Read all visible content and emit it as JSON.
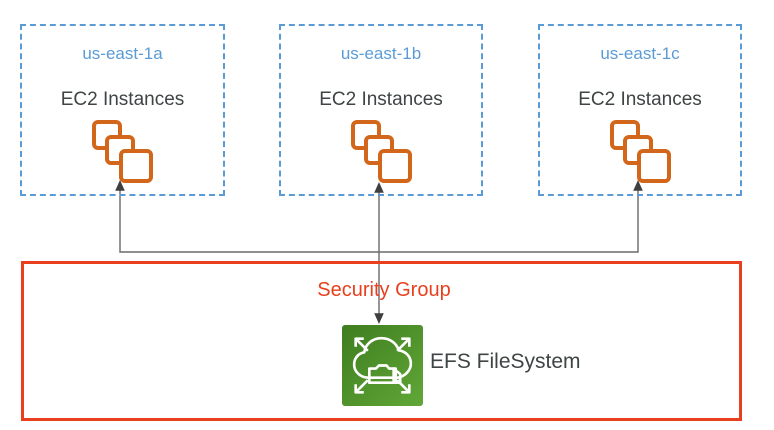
{
  "colors": {
    "az_border": "#5B9BD5",
    "az_title": "#5B9BD5",
    "text_dark": "#3F4445",
    "ec2_orange": "#D2661A",
    "sg_red": "#E8401F",
    "connector": "#6A6A6A",
    "arrowhead": "#3F3F3F",
    "efs_green_dark": "#3E7D1F",
    "efs_green_light": "#61A737"
  },
  "zones": [
    {
      "name": "us-east-1a",
      "label": "EC2 Instances"
    },
    {
      "name": "us-east-1b",
      "label": "EC2 Instances"
    },
    {
      "name": "us-east-1c",
      "label": "EC2 Instances"
    }
  ],
  "security_group": {
    "label": "Security Group"
  },
  "efs": {
    "label": "EFS FileSystem"
  }
}
